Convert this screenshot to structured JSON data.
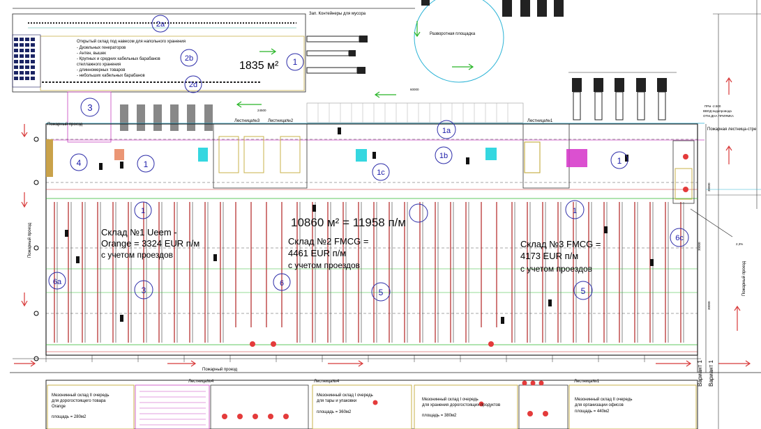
{
  "outdoor": {
    "containers_label": "Зап. Контейнеры для мусора",
    "turning_area_label": "Разворотная площадка",
    "storage_title": "Открытый склад под навесом для напольного хранения",
    "storage_items": [
      "- Дизельных генераторов",
      "- Антен, вышек",
      "- Крупных и средних кабельных барабанов",
      "  стеллажного хранения",
      "- длинномерных товаров",
      "- небольших кабельных барабанов"
    ],
    "storage_area": "1835 м²"
  },
  "stairs": [
    "Лестница№3",
    "Лестница№2",
    "Лестница№1"
  ],
  "fire_passage": "Пожарный проезд",
  "fire_stair": "Пожарная лестница-стре",
  "warehouse": {
    "total_area": "10860 м² = 11958 п/м",
    "zones": [
      {
        "line1": "Склад №1 Ueem -",
        "line2": "Orange = 3324 EUR п/м",
        "line3": "с учетом проездов"
      },
      {
        "line1": "Склад №2 FMCG =",
        "line2": "4461 EUR п/м",
        "line3": "с учетом проездов"
      },
      {
        "line1": "Склад №3 FMCG =",
        "line2": "4173 EUR п/м",
        "line3": "с учетом проездов"
      }
    ]
  },
  "markers": [
    "2a",
    "2b",
    "2d",
    "1",
    "3",
    "1a",
    "1b",
    "1c",
    "4",
    "1",
    "1",
    "1",
    "1",
    "6a",
    "3",
    "6",
    "5",
    "5",
    "6c"
  ],
  "right_notes": [
    "ПРм -2.500",
    "ВВОД водопровода",
    "ОТМ.ДНА ПРИЯМКА",
    "2,3%"
  ],
  "dims": [
    "60000",
    "30000",
    "30000",
    "30000",
    "24500"
  ],
  "variants": [
    "Вариант 1",
    "Вариант 1"
  ],
  "mezzanine": {
    "stairs": [
      "Лестница№4",
      "Лестница№4",
      "Лестница№1"
    ],
    "rooms": [
      {
        "title": "Мезонинный склад II очередь",
        "desc": "для дорогостоящего товара",
        "owner": "Orange",
        "area": "площадь = 280м2"
      },
      {
        "title": "Мезонинный склад I очередь",
        "desc": "для тары и упаковки",
        "owner": "",
        "area": "площадь = 360м2"
      },
      {
        "title": "Мезонинный склад I очередь",
        "desc": "для хранения дорогостоящих продуктов",
        "owner": "",
        "area": "площадь = 380м2"
      },
      {
        "title": "Мезонинный склад II очередь",
        "desc": "для организации офисов",
        "owner": "",
        "area": "площадь = 440м2"
      }
    ]
  }
}
